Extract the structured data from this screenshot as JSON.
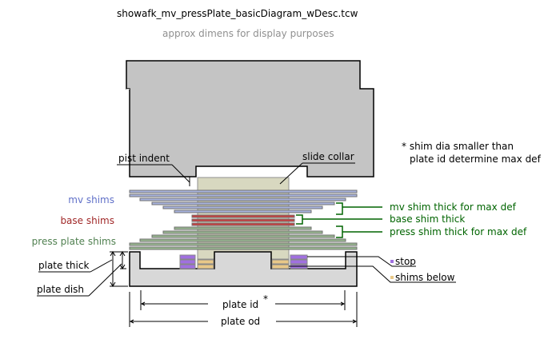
{
  "title": "showafk_mv_pressPlate_basicDiagram_wDesc.tcw",
  "subtitle": "approx dimens for display purposes",
  "labels": {
    "pist_indent": "pist indent",
    "slide_collar": "slide collar",
    "mv_shims": "mv shims",
    "base_shims": "base shims",
    "press_plate_shims": "press plate shims",
    "plate_thick": "plate thick",
    "plate_dish": "plate dish",
    "plate_id": "plate id",
    "plate_id_star": "*",
    "plate_od": "plate od",
    "stop": "stop",
    "shims_below": "shims below",
    "note_line1": "* shim dia smaller than",
    "note_line2": "plate id determine max def",
    "mv_thick": "mv shim thick for max def",
    "base_thick": "base shim thick",
    "press_thick": "press shim thick for max def"
  },
  "colors": {
    "piston": "#c4c4c4",
    "collar": "#d8d8c0",
    "mv_shim": "#a8b4e0",
    "base_shim": "#c84040",
    "press_shim": "#98b890",
    "plate": "#d8d8d8",
    "stop": "#a070e0",
    "shims_below": "#e8c888",
    "mv_label": "#6070c8",
    "base_label": "#a02828",
    "press_label": "#508050",
    "annot_green": "#006400",
    "subtitle": "#909090"
  }
}
